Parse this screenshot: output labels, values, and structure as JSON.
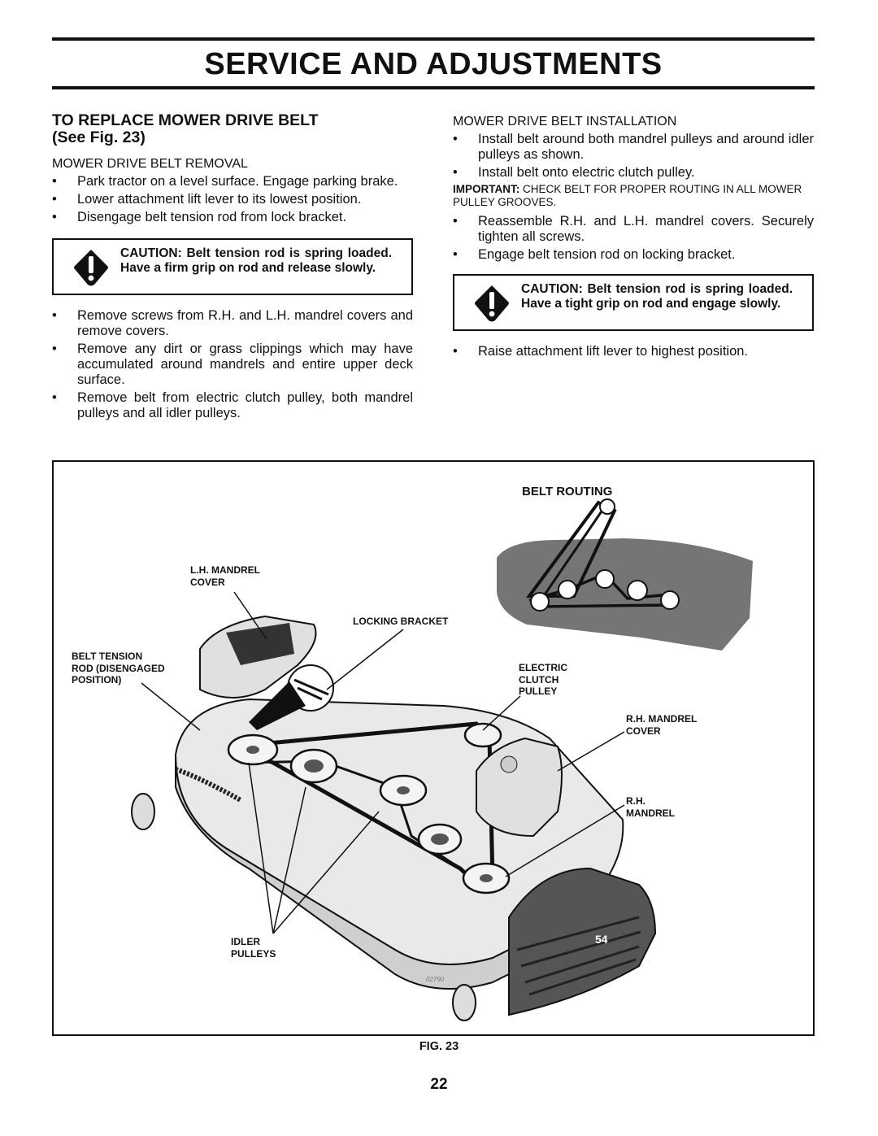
{
  "header": {
    "title": "SERVICE AND ADJUSTMENTS"
  },
  "left": {
    "heading_line1": "TO REPLACE MOWER DRIVE BELT",
    "heading_line2": "(See Fig. 23)",
    "removal_subhead": "MOWER DRIVE BELT REMOVAL",
    "removal_steps_a": [
      "Park tractor on a level surface. Engage parking brake.",
      "Lower attachment lift lever to its lowest position.",
      "Disengage belt tension rod from lock bracket."
    ],
    "caution": "CAUTION: Belt tension rod is spring loaded. Have a firm grip on rod and release slowly.",
    "removal_steps_b": [
      "Remove screws from R.H. and L.H. mandrel covers and remove covers.",
      "Remove any dirt or grass clippings which may have accumulated around mandrels and entire upper deck surface.",
      "Remove belt from electric clutch pulley, both mandrel pulleys and all idler pulleys."
    ]
  },
  "right": {
    "install_subhead": "MOWER DRIVE BELT INSTALLATION",
    "install_steps_a": [
      "Install belt around both mandrel pulleys and around idler pulleys as shown.",
      "Install belt onto electric clutch pulley."
    ],
    "important_label": "IMPORTANT:",
    "important_text": " CHECK BELT FOR PROPER ROUTING IN ALL MOWER PULLEY GROOVES.",
    "install_steps_b": [
      "Reassemble R.H. and L.H. mandrel covers. Securely tighten all screws.",
      "Engage belt tension rod on locking bracket."
    ],
    "caution": "CAUTION: Belt tension rod is spring loaded. Have a tight grip on rod and engage slowly.",
    "install_steps_c": [
      "Raise attachment lift lever to highest position."
    ]
  },
  "figure": {
    "belt_routing_title": "BELT ROUTING",
    "callouts": {
      "lh_mandrel_cover": "L.H. MANDREL\nCOVER",
      "locking_bracket": "LOCKING BRACKET",
      "belt_tension_rod": "BELT TENSION\nROD (DISENGAGED\nPOSITION)",
      "electric_clutch_pulley": "ELECTRIC\nCLUTCH\nPULLEY",
      "rh_mandrel_cover": "R.H. MANDREL\nCOVER",
      "rh_mandrel": "R.H.\nMANDREL",
      "idler_pulleys": "IDLER\nPULLEYS"
    },
    "part_code": "02790",
    "deck_badge": "54",
    "label": "FIG. 23"
  },
  "footer": {
    "page_number": "22"
  }
}
